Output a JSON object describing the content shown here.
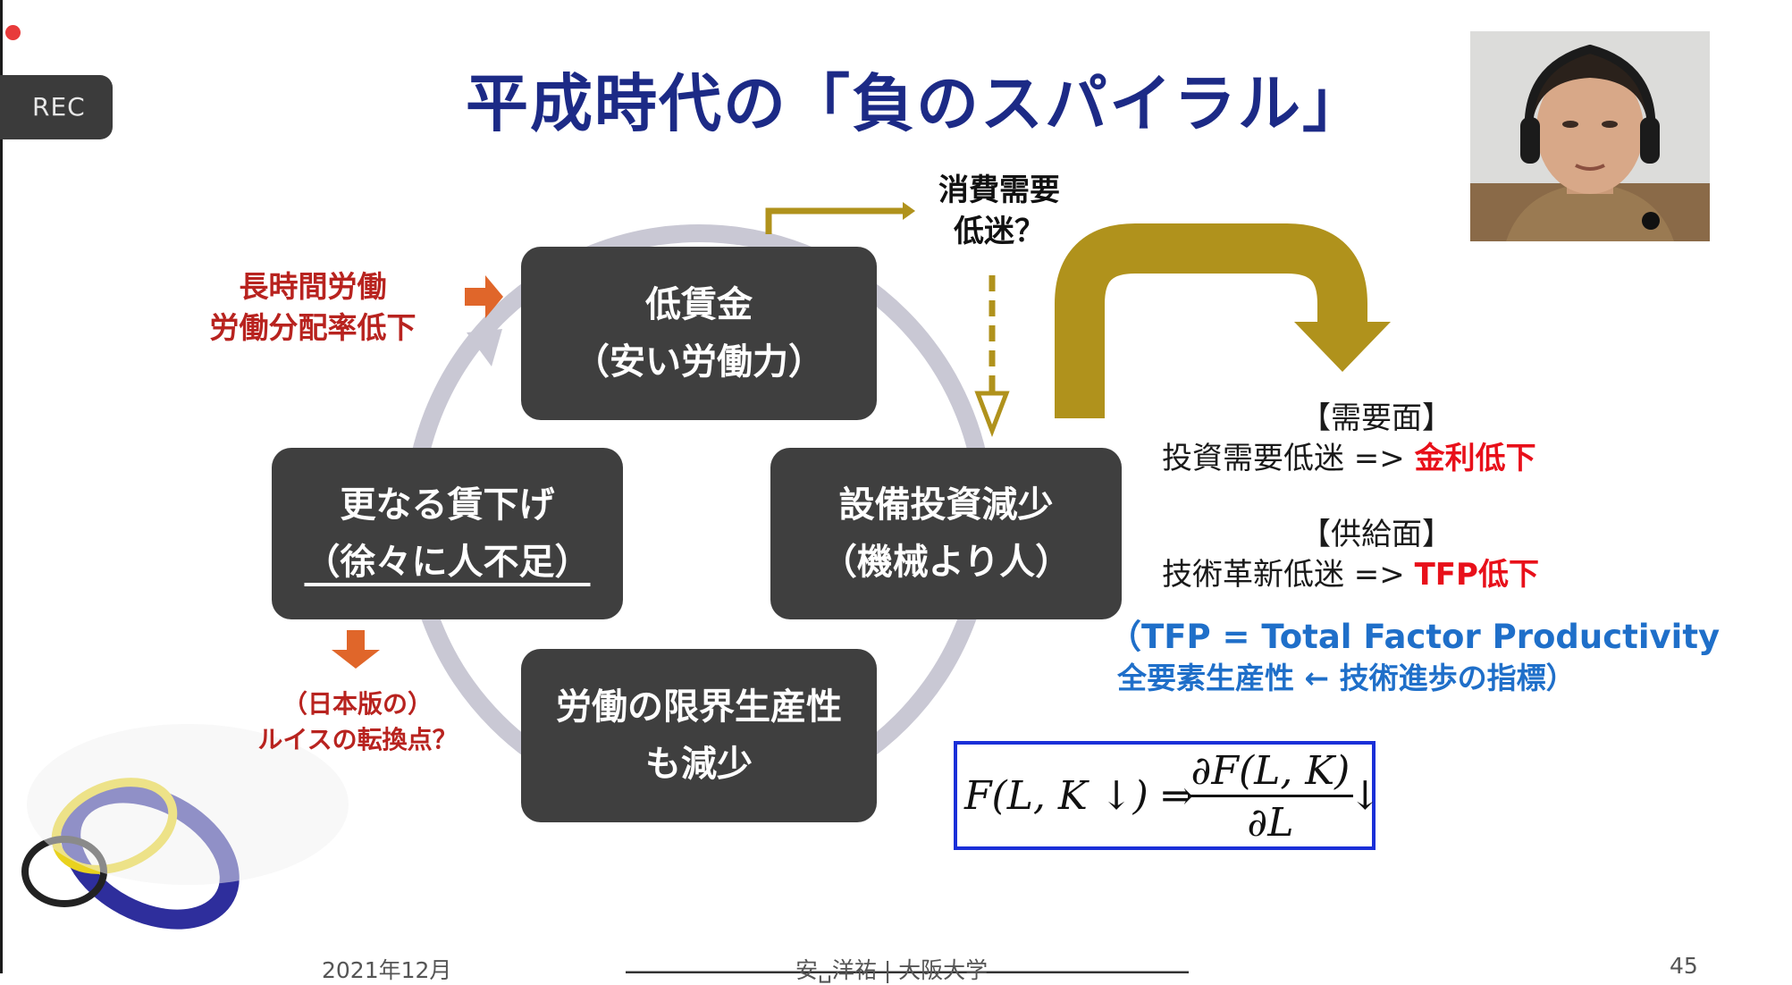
{
  "rec": {
    "label": "REC",
    "dot_color": "#e83b3b"
  },
  "slide": {
    "title": "平成時代の「負のスパイラル」",
    "cycle": {
      "top": {
        "line1": "低賃金",
        "line2": "（安い労働力）"
      },
      "right": {
        "line1": "設備投資減少",
        "line2": "（機械より人）"
      },
      "bottom": {
        "line1": "労働の限界生産性",
        "line2": "も減少"
      },
      "left": {
        "line1": "更なる賃下げ",
        "line2": "（徐々に人不足）"
      }
    },
    "note_top_left": {
      "line1": "長時間労働",
      "line2": "労働分配率低下"
    },
    "note_bottom_left": {
      "line1": "（日本版の）",
      "line2": "ルイスの転換点？"
    },
    "consumption": {
      "line1": "消費需要",
      "line2": "低迷？"
    },
    "demand": {
      "heading": "【需要面】",
      "text": "投資需要低迷 =>",
      "result": "金利低下"
    },
    "supply": {
      "heading": "【供給面】",
      "text": "技術革新低迷 =>",
      "result": "TFP低下"
    },
    "tfp_note": {
      "line1": "（TFP = Total Factor Productivity",
      "line2": "全要素生産性 ← 技術進歩の指標）"
    },
    "formula": {
      "lhs": "F(L, K ↓) ⇒",
      "numerator": "∂F(L, K)",
      "denominator": "∂L",
      "arrow": "↓"
    },
    "footer": {
      "date": "2021年12月",
      "author": "安␣洋祐 | 大阪大学",
      "page": "45"
    }
  },
  "colors": {
    "title": "#1c2a86",
    "box": "#3f3f3f",
    "accent_red": "#e8101a",
    "note_red": "#b8231f",
    "gold": "#b0921c",
    "orange": "#e0662a",
    "tfp_blue": "#1f6fc9",
    "formula_border": "#1a2fd8"
  }
}
